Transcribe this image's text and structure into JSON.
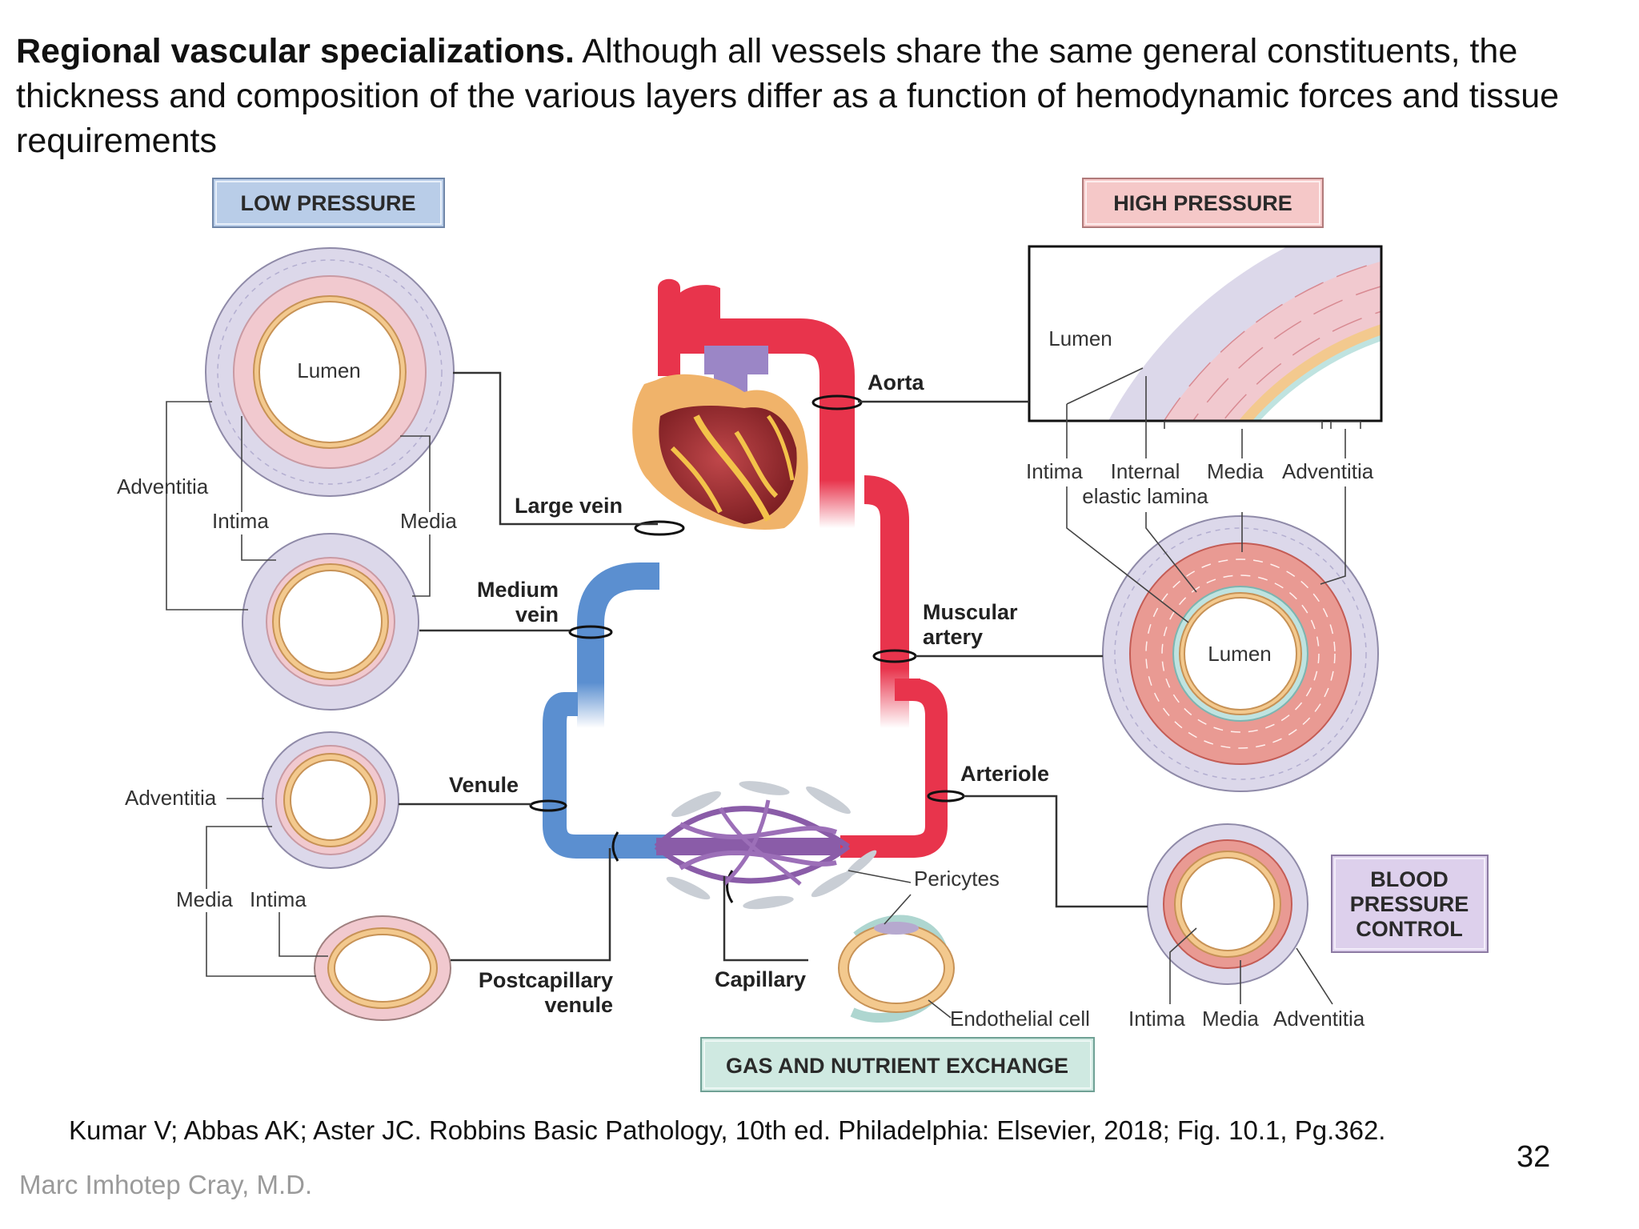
{
  "intro": {
    "title": "Regional vascular specializations.",
    "text": " Although all vessels share the same general constituents, the thickness and composition of the various layers differ as a function of hemodynamic forces and tissue requirements"
  },
  "boxes": {
    "low_pressure": "LOW PRESSURE",
    "high_pressure": "HIGH PRESSURE",
    "blood_pressure_control": [
      "BLOOD",
      "PRESSURE",
      "CONTROL"
    ],
    "gas_exchange": "GAS AND NUTRIENT EXCHANGE"
  },
  "vessels": {
    "aorta": "Aorta",
    "large_vein": "Large vein",
    "medium_vein": [
      "Medium",
      "vein"
    ],
    "muscular_artery": [
      "Muscular",
      "artery"
    ],
    "venule": "Venule",
    "arteriole": "Arteriole",
    "postcapillary_venule": [
      "Postcapillary",
      "venule"
    ],
    "capillary": "Capillary"
  },
  "layers": {
    "lumen": "Lumen",
    "adventitia": "Adventitia",
    "intima": "Intima",
    "media": "Media",
    "internal_elastic_lamina": [
      "Internal",
      "elastic lamina"
    ],
    "pericytes": "Pericytes",
    "endothelial_cell": "Endothelial cell"
  },
  "colors": {
    "artery_red": "#e8344c",
    "vein_blue": "#5b8fd0",
    "capillary_purple": "#8a5ca8",
    "adventitia": "#dcd8ea",
    "media": "#f1c9cf",
    "intima": "#f3c98e",
    "low_box": "#b9cde8",
    "high_box": "#f5c8c8",
    "bp_box": "#ddd0ec",
    "gas_box": "#cfe9e1"
  },
  "citation": "Kumar V; Abbas AK; Aster JC. Robbins Basic Pathology, 10th  ed. Philadelphia: Elsevier, 2018; Fig. 10.1, Pg.362.",
  "page_number": "32",
  "author": "Marc Imhotep Cray, M.D."
}
